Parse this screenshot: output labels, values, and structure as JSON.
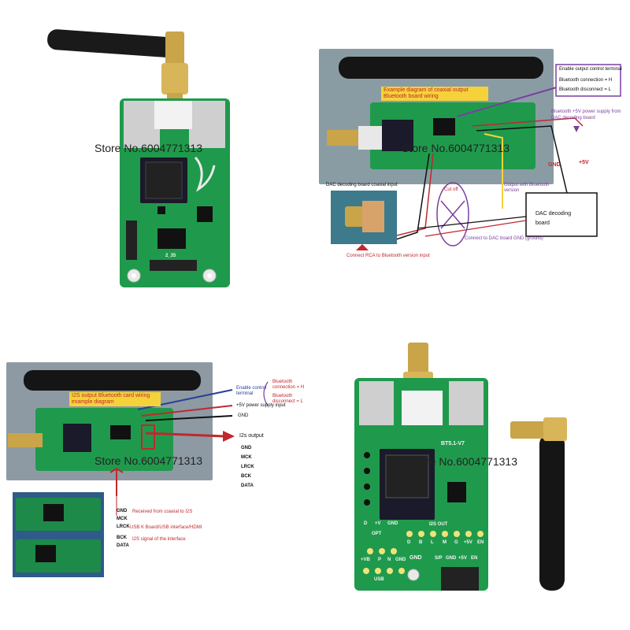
{
  "watermark": "Store No.6004771313",
  "panel_top_right": {
    "title": "Example diagram of coaxial output Bluetooth board wiring",
    "legend_top": "Enable output control terminal",
    "legend_line1": "Bluetooth connection = H",
    "legend_line2": "Bluetooth disconnect = L",
    "power_label": "Bluetooth +5V power supply from DAC decoding board",
    "gnd": "GND",
    "plus5v": "+5V",
    "dac_box": "DAC decoding board",
    "coax_input": "DAC decoding board coaxial input",
    "cut_off": "Cut off",
    "output_with": "Output with Bluetooth version",
    "connect_gnd": "Connect to DAC board GND (ground)",
    "connect_rca": "Connect RCA to Bluetooth version input"
  },
  "panel_bottom_left": {
    "title": "I2S output Bluetooth card wiring example diagram",
    "enable": "Enable control terminal",
    "bt_conn": "Bluetooth connection = H",
    "bt_disc": "Bluetooth disconnect = L",
    "power": "+5V power supply input",
    "gnd": "GND",
    "i2s_output": "I2s output",
    "pins": [
      "GND",
      "MCK",
      "LRCK",
      "BCK",
      "DATA"
    ],
    "side_pins": [
      "GND",
      "MCK",
      "LRCK",
      "BCK",
      "DATA"
    ],
    "received": "Received from coaxial to I2S",
    "usb_board": "USB K Board/USB interface/HDMI",
    "i2s_signal": "I2S signal of the interface"
  },
  "panel_bottom_right": {
    "board_name": "BT5.1-V7",
    "i2s_out": "I2S OUT",
    "header_top": [
      "D",
      "+V",
      "GND"
    ],
    "opt": "OPT",
    "pins_row": [
      "D",
      "B",
      "L",
      "M",
      "G",
      "+5V",
      "EN"
    ],
    "pins_row2": [
      "+VB",
      "P",
      "N",
      "GND"
    ],
    "gnd": "GND",
    "spdif": "S/P",
    "row2b": [
      "GND",
      "+5V",
      "EN"
    ],
    "usb": "USB"
  },
  "panel_top_left": {
    "chip_text": "2_35"
  }
}
